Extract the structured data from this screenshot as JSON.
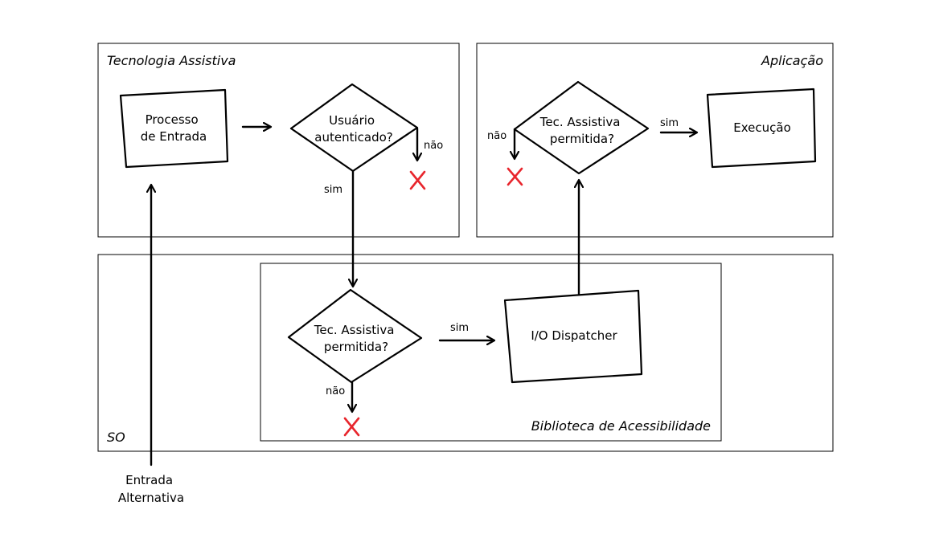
{
  "containers": {
    "tecnologia_assistiva": "Tecnologia Assistiva",
    "aplicacao": "Aplicação",
    "so": "SO",
    "biblioteca": "Biblioteca de Acessibilidade"
  },
  "nodes": {
    "processo_entrada": [
      "Processo",
      "de Entrada"
    ],
    "usuario_autenticado": [
      "Usuário",
      "autenticado?"
    ],
    "tec_permitida_app": [
      "Tec. Assistiva",
      "permitida?"
    ],
    "execucao": "Execução",
    "tec_permitida_lib": [
      "Tec. Assistiva",
      "permitida?"
    ],
    "io_dispatcher": "I/O Dispatcher",
    "entrada_alternativa": [
      "Entrada",
      "Alternativa"
    ]
  },
  "edge_labels": {
    "auth_nao": "não",
    "auth_sim": "sim",
    "app_nao": "não",
    "app_sim": "sim",
    "lib_sim": "sim",
    "lib_nao": "não"
  },
  "colors": {
    "reject_cross": "#e8262d",
    "stroke": "#000000"
  }
}
